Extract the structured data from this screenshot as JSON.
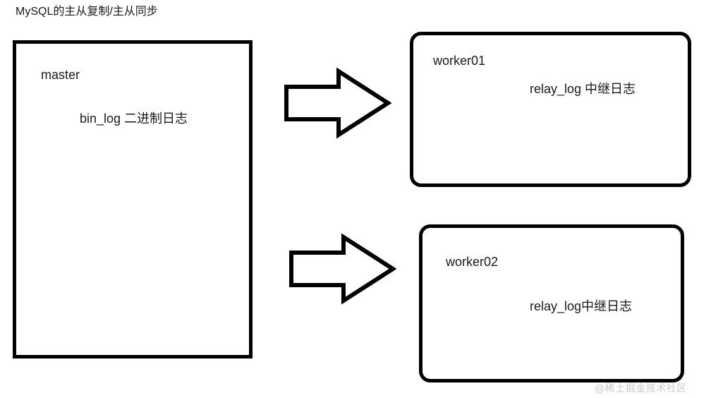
{
  "diagram": {
    "title": "MySQL的主从复制/主从同步",
    "type": "block-diagram",
    "background_color": "#ffffff",
    "stroke_color": "#000000",
    "text_color": "#1a1a1a"
  },
  "nodes": {
    "master": {
      "label": "master",
      "detail": "bin_log 二进制日志",
      "shape": "rectangle",
      "corner": "square"
    },
    "worker01": {
      "label": "worker01",
      "detail": "relay_log 中继日志",
      "shape": "rounded-rectangle",
      "corner": "rounded"
    },
    "worker02": {
      "label": "worker02",
      "detail": "relay_log中继日志",
      "shape": "rounded-rectangle",
      "corner": "rounded"
    }
  },
  "arrows": [
    {
      "name": "arrow-master-to-worker01",
      "direction": "right",
      "from": "master",
      "to": "worker01"
    },
    {
      "name": "arrow-master-to-worker02",
      "direction": "right",
      "from": "master",
      "to": "worker02"
    }
  ],
  "watermark": {
    "text": "@稀土掘金技术社区",
    "color": "#c9c9c9"
  }
}
